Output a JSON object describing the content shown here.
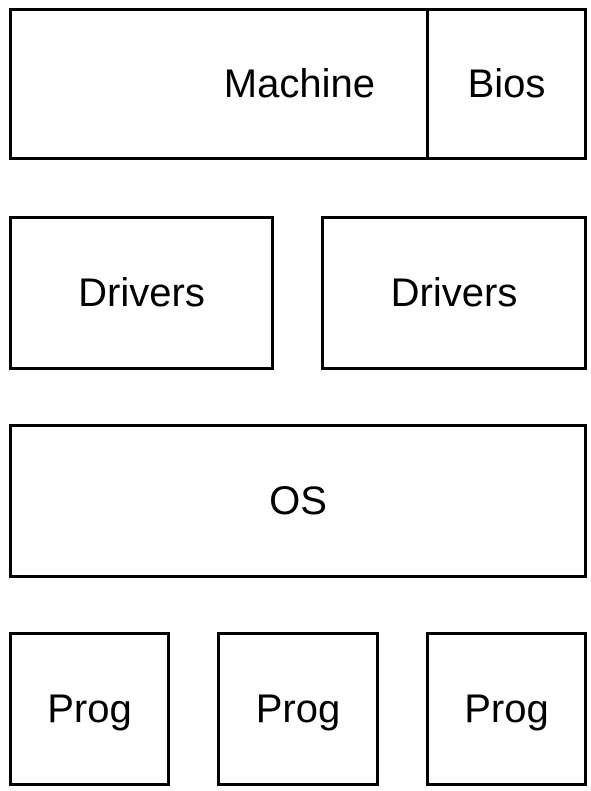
{
  "diagram": {
    "layers": [
      {
        "blocks": [
          {
            "label": "Machine"
          },
          {
            "label": "Bios"
          }
        ]
      },
      {
        "blocks": [
          {
            "label": "Drivers"
          },
          {
            "label": "Drivers"
          }
        ]
      },
      {
        "blocks": [
          {
            "label": "OS"
          }
        ]
      },
      {
        "blocks": [
          {
            "label": "Prog"
          },
          {
            "label": "Prog"
          },
          {
            "label": "Prog"
          }
        ]
      }
    ],
    "colors": {
      "stroke": "#000000",
      "fill": "#ffffff",
      "text": "#000000"
    }
  }
}
